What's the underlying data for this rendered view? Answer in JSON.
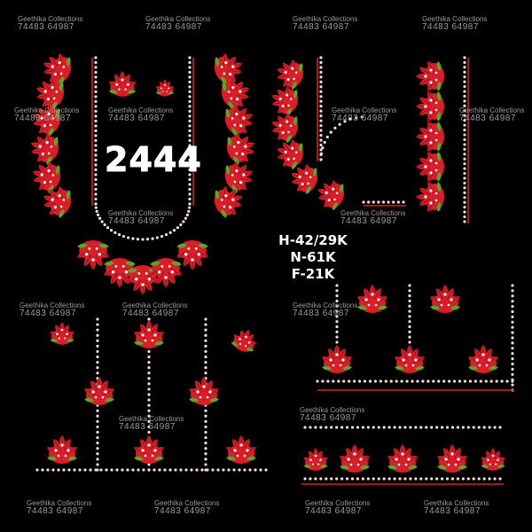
{
  "design": {
    "code": "2444",
    "specs": [
      "H-42/29K",
      "N-61K",
      "F-21K"
    ]
  },
  "watermark": {
    "line1": "Geethika Collections",
    "line2": "74483  64987"
  },
  "colors": {
    "background": "#000000",
    "red": "#d81e28",
    "dark_red": "#8e1018",
    "green": "#5aa62a",
    "pearl": "#f4dede",
    "white": "#ffffff"
  }
}
